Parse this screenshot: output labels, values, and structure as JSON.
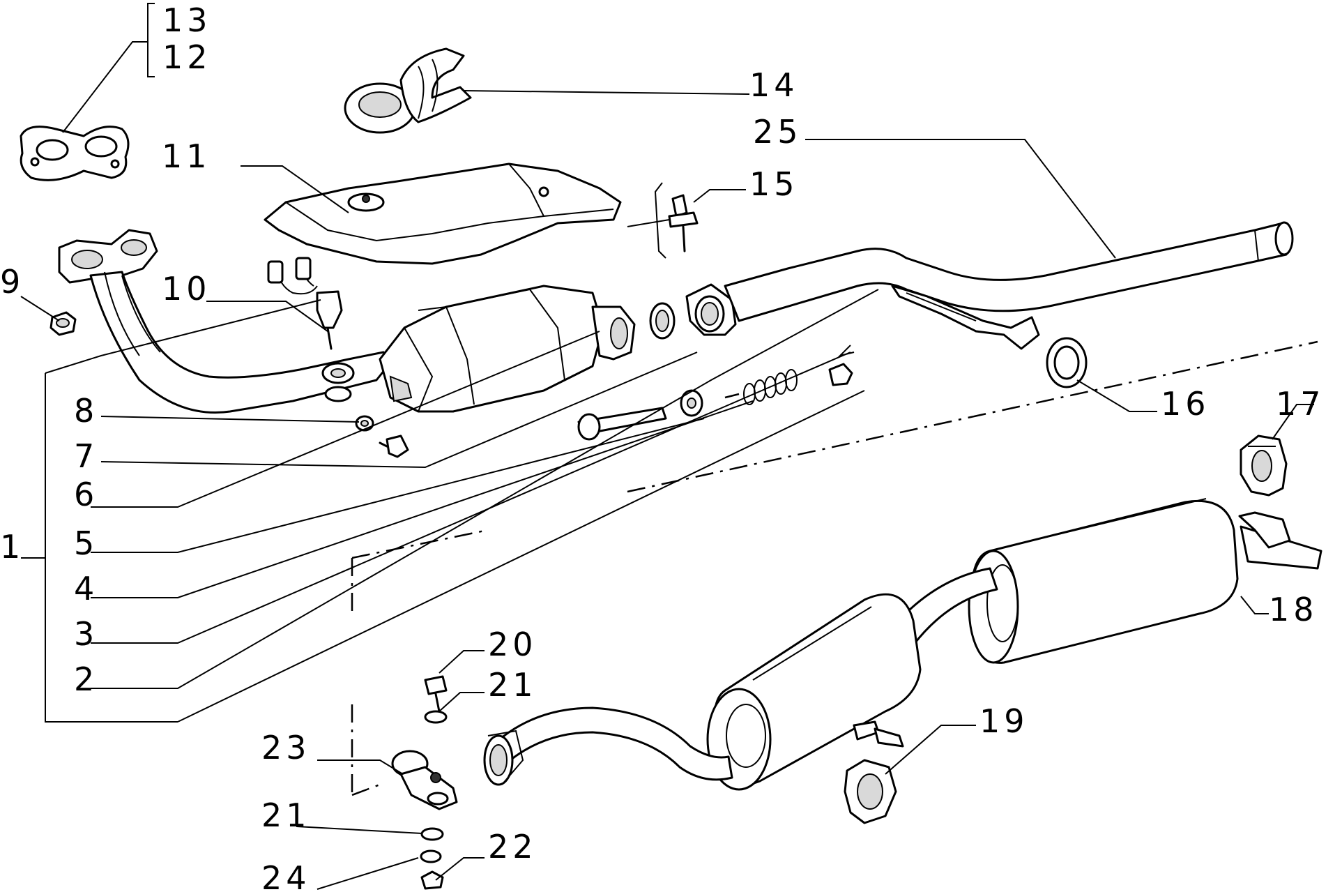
{
  "labels": {
    "l1": "1",
    "l2": "2",
    "l3": "3",
    "l4": "4",
    "l5": "5",
    "l6": "6",
    "l7": "7",
    "l8": "8",
    "l9": "9",
    "l10": "10",
    "l11": "11",
    "l12": "12",
    "l13": "13",
    "l14": "14",
    "l15": "15",
    "l16": "16",
    "l17": "17",
    "l18": "18",
    "l19": "19",
    "l20": "20",
    "l21a": "21",
    "l21b": "21",
    "l22": "22",
    "l23": "23",
    "l24": "24",
    "l25": "25"
  }
}
